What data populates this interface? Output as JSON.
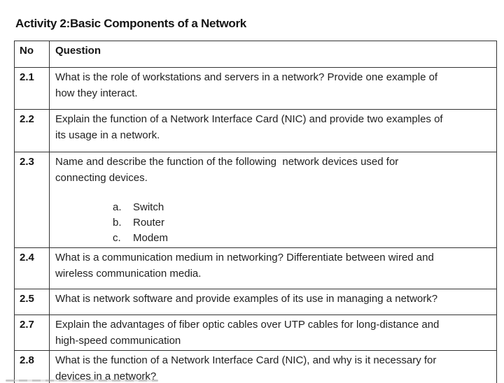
{
  "page": {
    "title": "Activity 2:Basic Components of a Network"
  },
  "table": {
    "headers": {
      "no": "No",
      "question": "Question"
    },
    "rows": [
      {
        "no": "2.1",
        "lines": [
          "What is the role of workstations and servers in a network? Provide one example of",
          "how they interact."
        ]
      },
      {
        "no": "2.2",
        "lines": [
          "Explain the function of a Network Interface Card (NIC) and provide two examples of",
          "its usage in a network."
        ]
      },
      {
        "no": "2.3",
        "lines": [
          "Name and describe the function of the following  network devices used for",
          "connecting devices."
        ],
        "list": [
          {
            "letter": "a.",
            "text": "Switch"
          },
          {
            "letter": "b.",
            "text": "Router"
          },
          {
            "letter": "c.",
            "text": "Modem"
          }
        ]
      },
      {
        "no": "2.4",
        "lines": [
          "What is a communication medium in networking? Differentiate between wired and",
          "wireless communication media."
        ]
      },
      {
        "no": "2.5",
        "lines": [
          "What is network software and provide examples of its use in managing a network?"
        ]
      },
      {
        "no": "2.7",
        "lines": [
          "Explain the advantages of fiber optic cables over UTP cables for long-distance and",
          "high-speed communication"
        ]
      },
      {
        "no": "2.8",
        "lines": [
          "What is the function of a Network Interface Card (NIC), and why is it necessary for",
          "devices in a network?"
        ]
      }
    ]
  }
}
